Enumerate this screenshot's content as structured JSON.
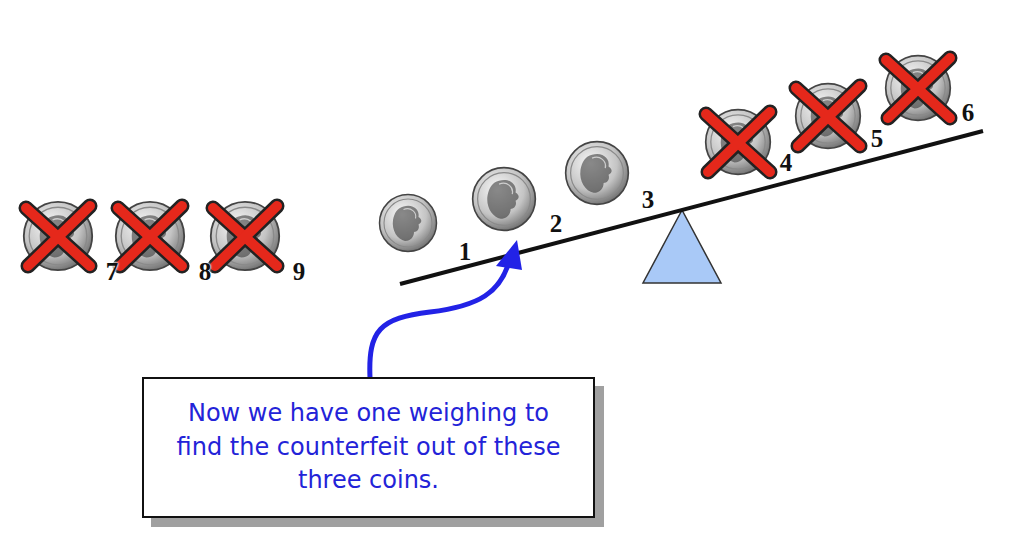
{
  "diagram": {
    "nodes": [
      {
        "text": [
          "Now we have one weighing to find the counterfeit out of these three coins."
        ]
      }
    ],
    "labels": [
      "7",
      "8",
      "9",
      "1",
      "2",
      "3",
      "4",
      "5",
      "6"
    ]
  }
}
